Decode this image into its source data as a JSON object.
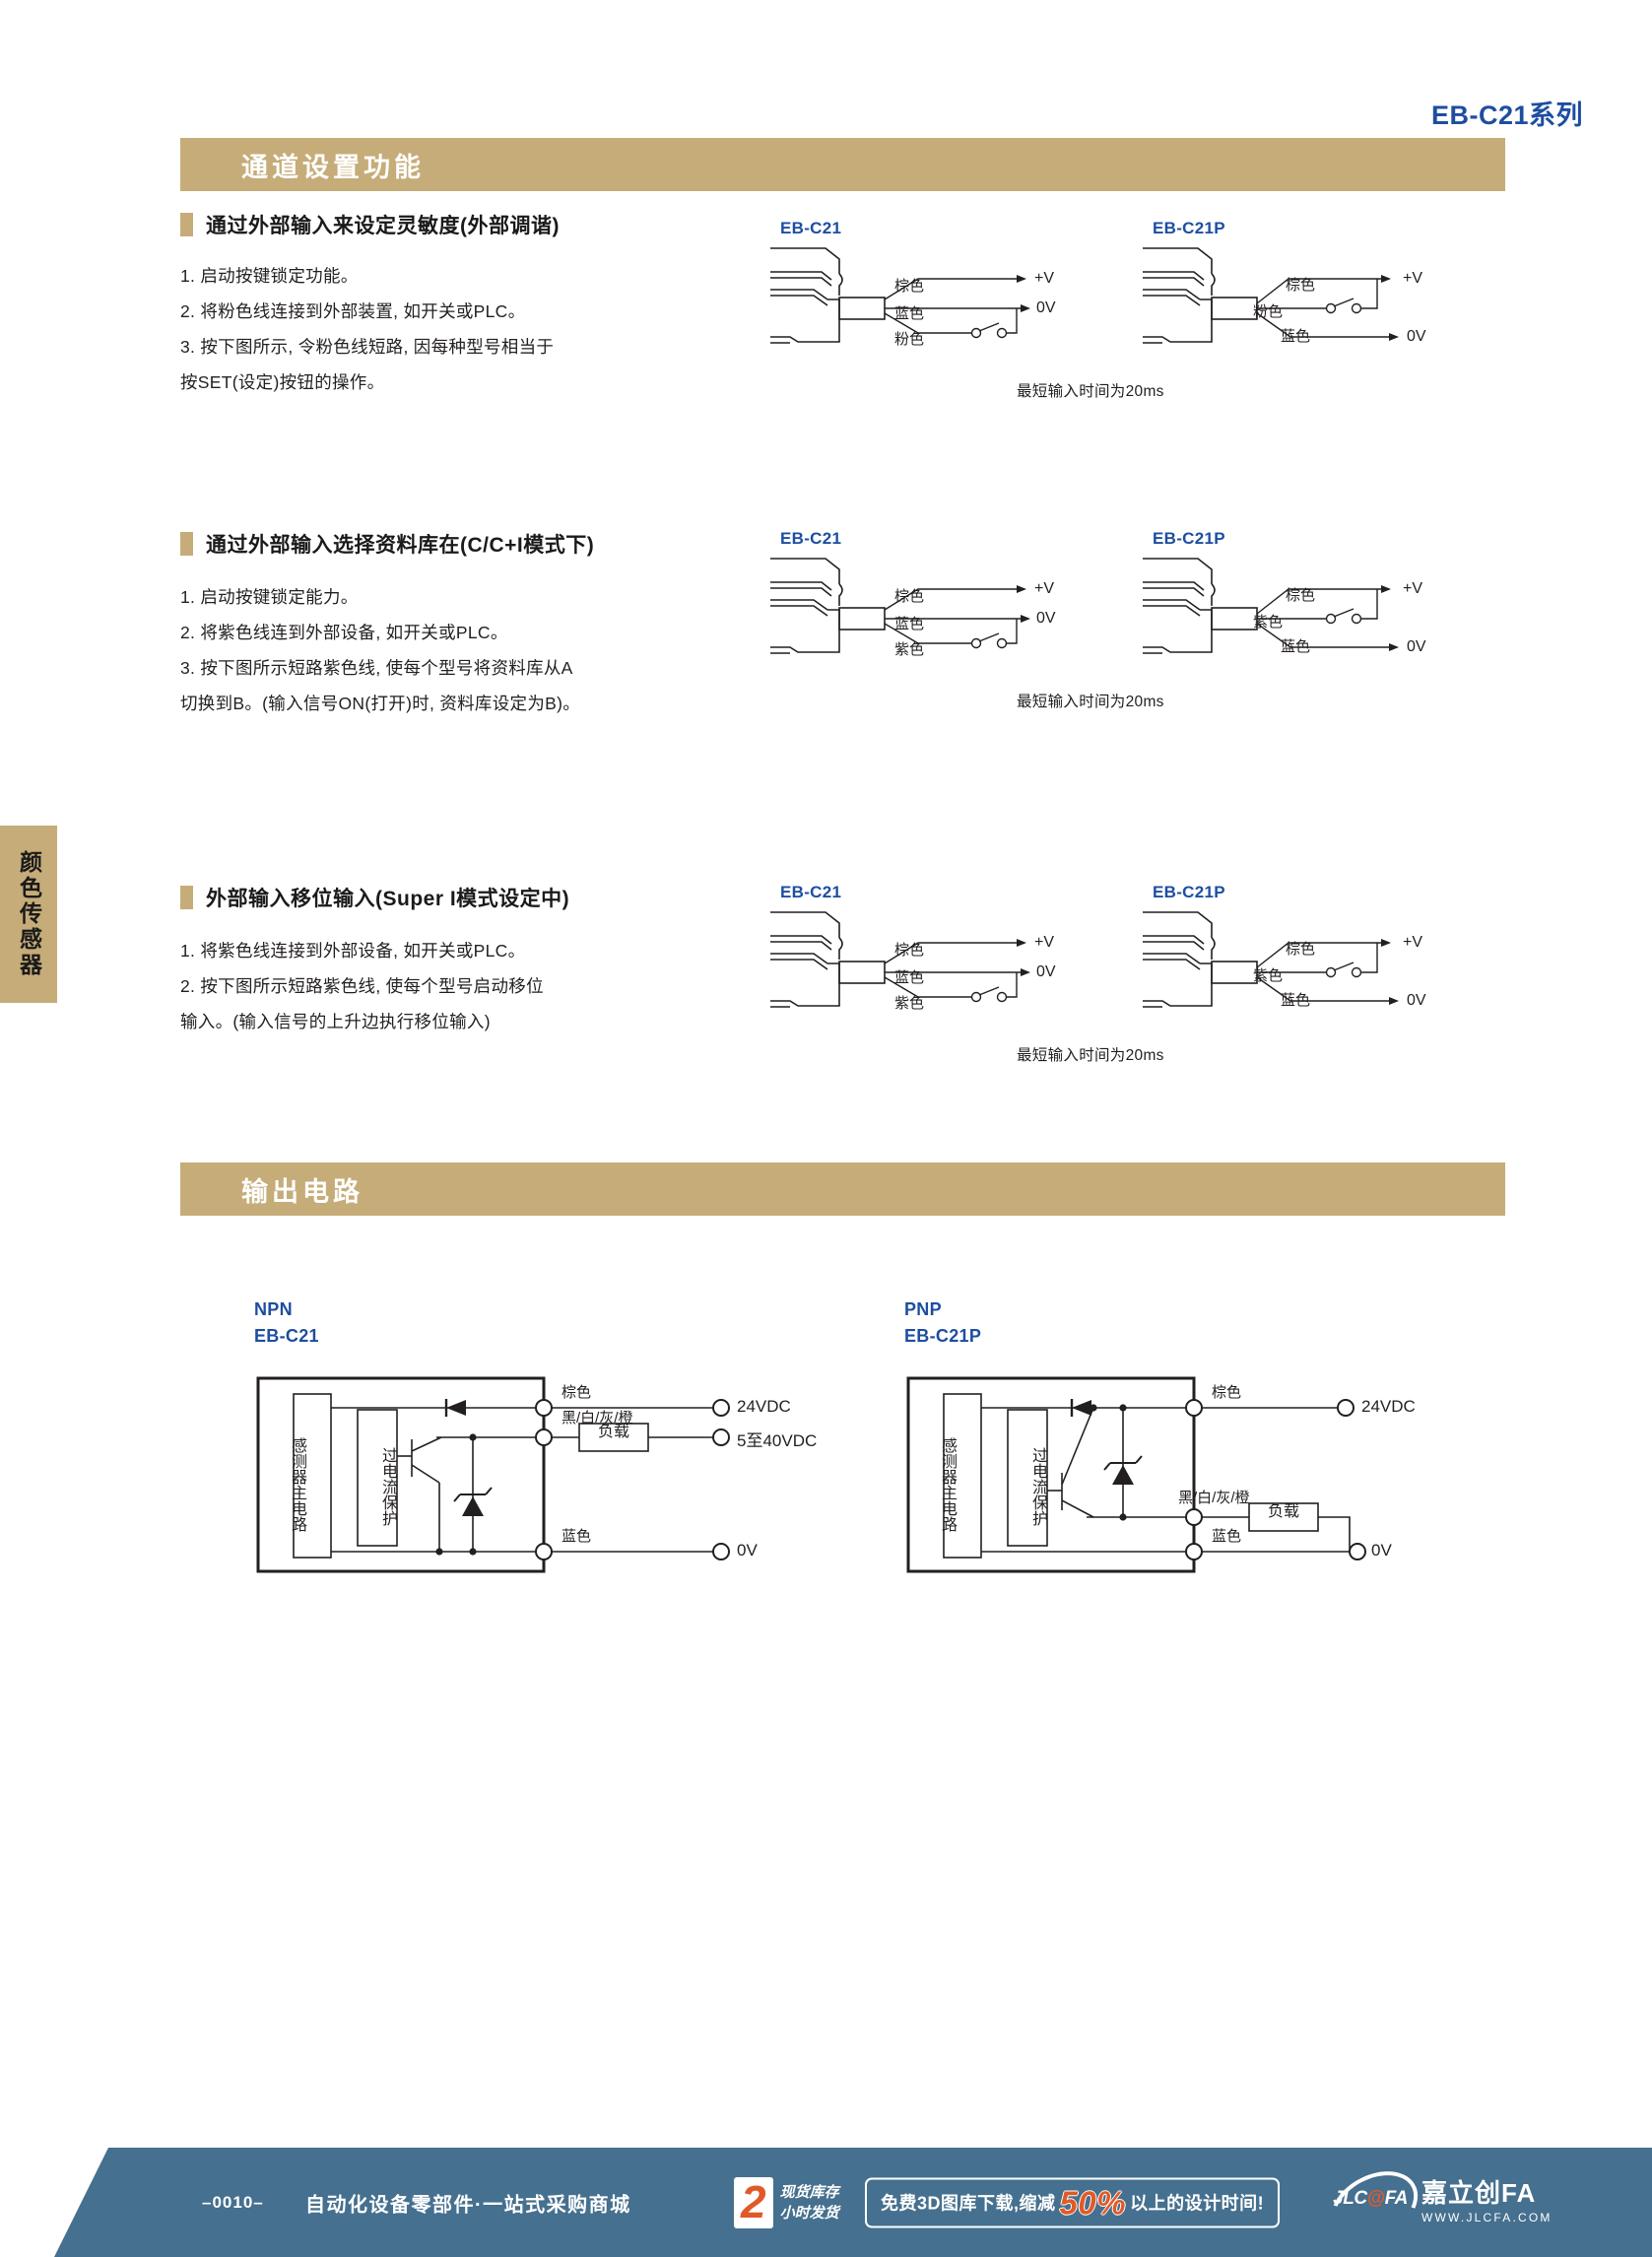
{
  "header": {
    "series_title": "EB-C21系列"
  },
  "side_tab": {
    "label": "颜色传感器"
  },
  "sections": {
    "channel": {
      "title": "通道设置功能"
    },
    "output": {
      "title": "输出电路"
    }
  },
  "blocks": [
    {
      "heading": "通过外部输入来设定灵敏度(外部调谐)",
      "body": "1. 启动按键锁定功能。\n2. 将粉色线连接到外部装置, 如开关或PLC。\n3. 按下图所示, 令粉色线短路, 因每种型号相当于\n按SET(设定)按钮的操作。",
      "npn_label": "EB-C21",
      "pnp_label": "EB-C21P",
      "note": "最短输入时间为20ms",
      "wire_signal": "粉色",
      "wire_brown": "棕色",
      "wire_blue": "蓝色",
      "term_plus": "+V",
      "term_zero": "0V"
    },
    {
      "heading": "通过外部输入选择资料库在(C/C+I模式下)",
      "body": "1. 启动按键锁定能力。\n2. 将紫色线连到外部设备, 如开关或PLC。\n3. 按下图所示短路紫色线, 使每个型号将资料库从A\n切换到B。(输入信号ON(打开)时, 资料库设定为B)。",
      "npn_label": "EB-C21",
      "pnp_label": "EB-C21P",
      "note": "最短输入时间为20ms",
      "wire_signal": "紫色",
      "wire_brown": "棕色",
      "wire_blue": "蓝色",
      "term_plus": "+V",
      "term_zero": "0V"
    },
    {
      "heading": "外部输入移位输入(Super I模式设定中)",
      "body": "1. 将紫色线连接到外部设备, 如开关或PLC。\n2. 按下图所示短路紫色线, 使每个型号启动移位\n输入。(输入信号的上升边执行移位输入)",
      "npn_label": "EB-C21",
      "pnp_label": "EB-C21P",
      "note": "最短输入时间为20ms",
      "wire_signal": "紫色",
      "wire_brown": "棕色",
      "wire_blue": "蓝色",
      "term_plus": "+V",
      "term_zero": "0V"
    }
  ],
  "output_circuits": {
    "npn": {
      "title": "NPN\nEB-C21",
      "main_circuit": "感测器主电路",
      "protection": "过电流保护",
      "load": "负载",
      "wire_brown": "棕色",
      "wire_out": "黑/白/灰/橙",
      "wire_blue": "蓝色",
      "term_top": "24VDC",
      "term_mid": "5至40VDC",
      "term_bottom": "0V"
    },
    "pnp": {
      "title": "PNP\nEB-C21P",
      "main_circuit": "感测器主电路",
      "protection": "过电流保护",
      "load": "负载",
      "wire_brown": "棕色",
      "wire_out": "黑/白/灰/橙",
      "wire_blue": "蓝色",
      "term_top": "24VDC",
      "term_bottom": "0V"
    }
  },
  "footer": {
    "page_number": "–0010–",
    "slogan": "自动化设备零部件·一站式采购商城",
    "badge_number": "2",
    "badge_text": "现货库存\n小时发货",
    "promo_prefix": "免费3D图库下载,缩减",
    "promo_percent": "50%",
    "promo_suffix": "以上的设计时间!",
    "logo_mark": "JLC",
    "logo_at": "@",
    "logo_fa": "FA",
    "logo_cn": "嘉立创FA",
    "logo_url": "WWW.JLCFA.COM"
  },
  "colors": {
    "tan": "#c6ac78",
    "blue": "#1d4ea0",
    "footer_blue": "#46708f",
    "orange": "#e05a28"
  }
}
